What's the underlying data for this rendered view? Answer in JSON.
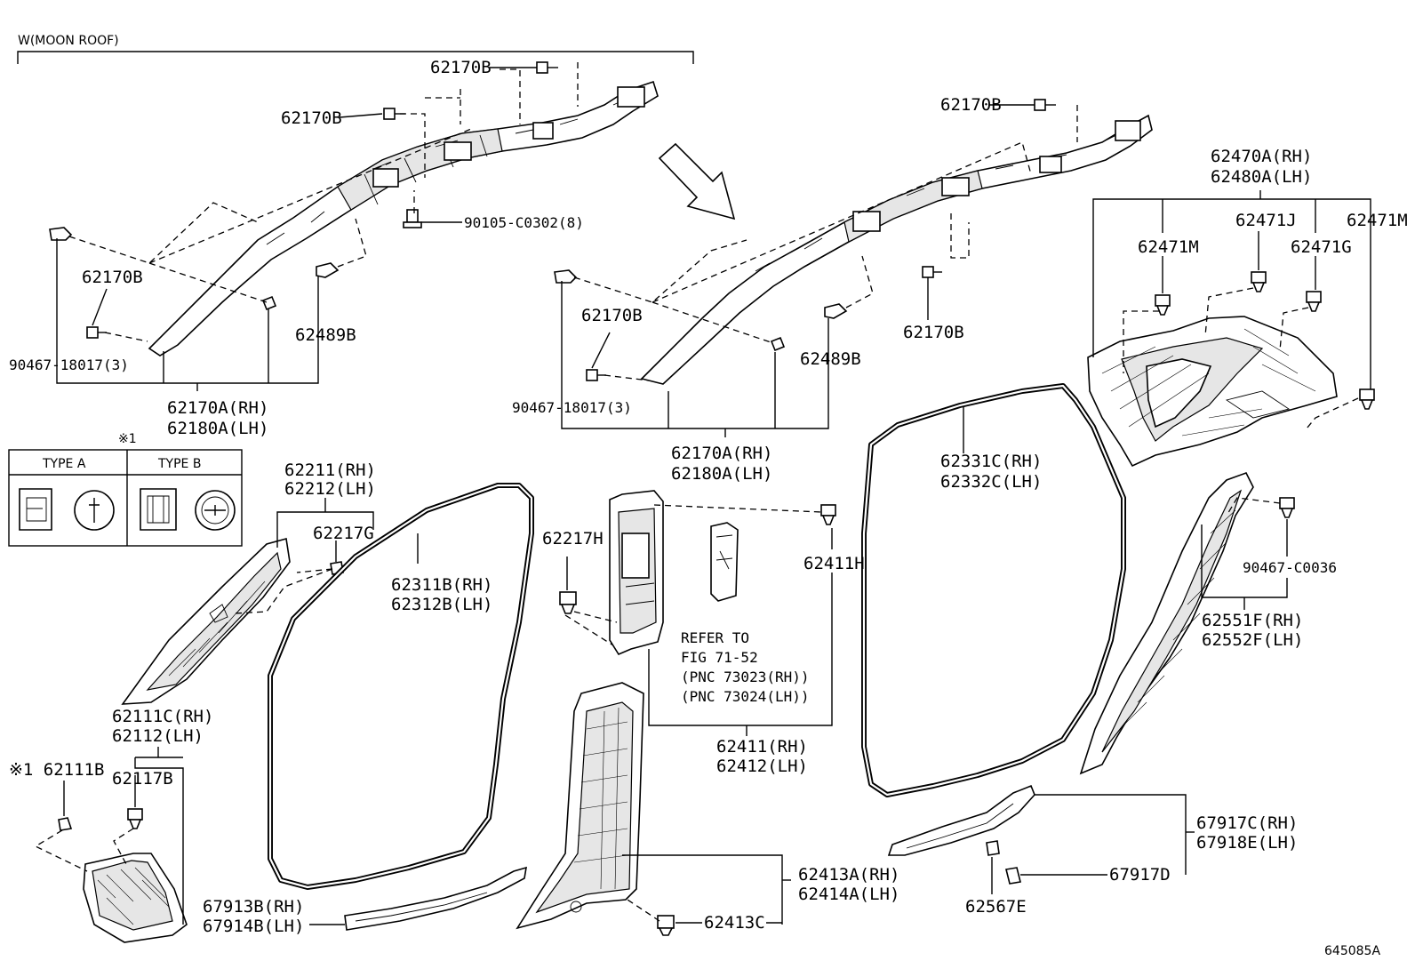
{
  "note_top": "W(MOON ROOF)",
  "type_table": {
    "marker": "※1",
    "type_a": "TYPE A",
    "type_b": "TYPE B"
  },
  "labels": {
    "l_62170B_a": "62170B",
    "l_62170B_b": "62170B",
    "l_90105": "90105-C0302(8)",
    "l_62170B_c": "62170B",
    "l_90467_a": "90467-18017(3)",
    "l_62489B_a": "62489B",
    "l_62170A_a": "62170A(RH)",
    "l_62180A_a": "62180A(LH)",
    "l_62170B_d": "62170B",
    "l_62170B_e": "62170B",
    "l_62170B_f": "62170B",
    "l_90467_b": "90467-18017(3)",
    "l_62489B_b": "62489B",
    "l_62170A_b": "62170A(RH)",
    "l_62180A_b": "62180A(LH)",
    "l_62470A": "62470A(RH)",
    "l_62480A": "62480A(LH)",
    "l_62471J": "62471J",
    "l_62471M_a": "62471M",
    "l_62471M_b": "62471M",
    "l_62471G": "62471G",
    "l_62211": "62211(RH)",
    "l_62212": "62212(LH)",
    "l_62217G": "62217G",
    "l_62311B": "62311B(RH)",
    "l_62312B": "62312B(LH)",
    "l_62217H": "62217H",
    "l_62411H": "62411H",
    "l_62331C": "62331C(RH)",
    "l_62332C": "62332C(LH)",
    "l_90467_c": "90467-C0036",
    "l_62551F": "62551F(RH)",
    "l_62552F": "62552F(LH)",
    "l_refer1": "REFER TO",
    "l_refer2": "FIG 71-52",
    "l_refer3": "(PNC 73023(RH))",
    "l_refer4": "(PNC 73024(LH))",
    "l_62411": "62411(RH)",
    "l_62412": "62412(LH)",
    "l_62111C": "62111C(RH)",
    "l_62112": "62112(LH)",
    "l_62111B": "※1 62111B",
    "l_62117B": "62117B",
    "l_67913B": "67913B(RH)",
    "l_67914B": "67914B(LH)",
    "l_62413A": "62413A(RH)",
    "l_62414A": "62414A(LH)",
    "l_62413C": "62413C",
    "l_67917C": "67917C(RH)",
    "l_67918E": "67918E(LH)",
    "l_67917D": "67917D",
    "l_62567E": "62567E"
  },
  "figure_id": "645085A"
}
